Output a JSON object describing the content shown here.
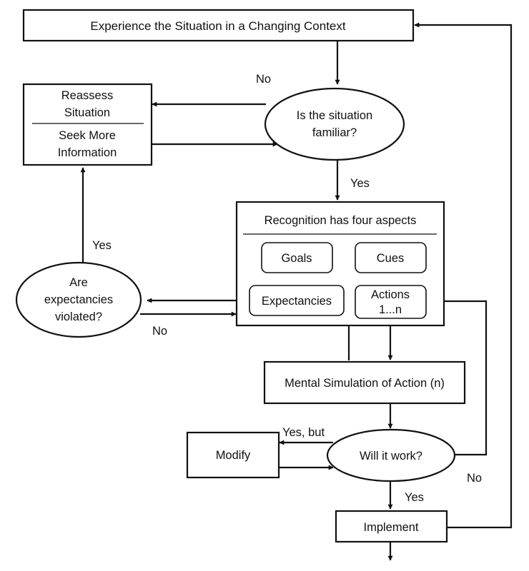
{
  "nodes": {
    "experience": "Experience the Situation in a Changing Context",
    "reassess": {
      "top_line1": "Reassess",
      "top_line2": "Situation",
      "bottom_line1": "Seek More",
      "bottom_line2": "Information"
    },
    "familiar": {
      "line1": "Is the situation",
      "line2": "familiar?"
    },
    "recognition": {
      "title": "Recognition has four aspects",
      "goals": "Goals",
      "cues": "Cues",
      "expectancies": "Expectancies",
      "actions_line1": "Actions",
      "actions_line2": "1...n"
    },
    "violated": {
      "line1": "Are",
      "line2": "expectancies",
      "line3": "violated?"
    },
    "simulation": "Mental Simulation of Action (n)",
    "modify": "Modify",
    "will_work": "Will it work?",
    "implement": "Implement"
  },
  "edge_labels": {
    "familiar_no": "No",
    "familiar_yes": "Yes",
    "violated_yes": "Yes",
    "violated_no": "No",
    "work_yes_but": "Yes, but",
    "work_no": "No",
    "work_yes": "Yes"
  },
  "colors": {
    "stroke": "#111111",
    "fill": "#ffffff",
    "text": "#111111"
  }
}
